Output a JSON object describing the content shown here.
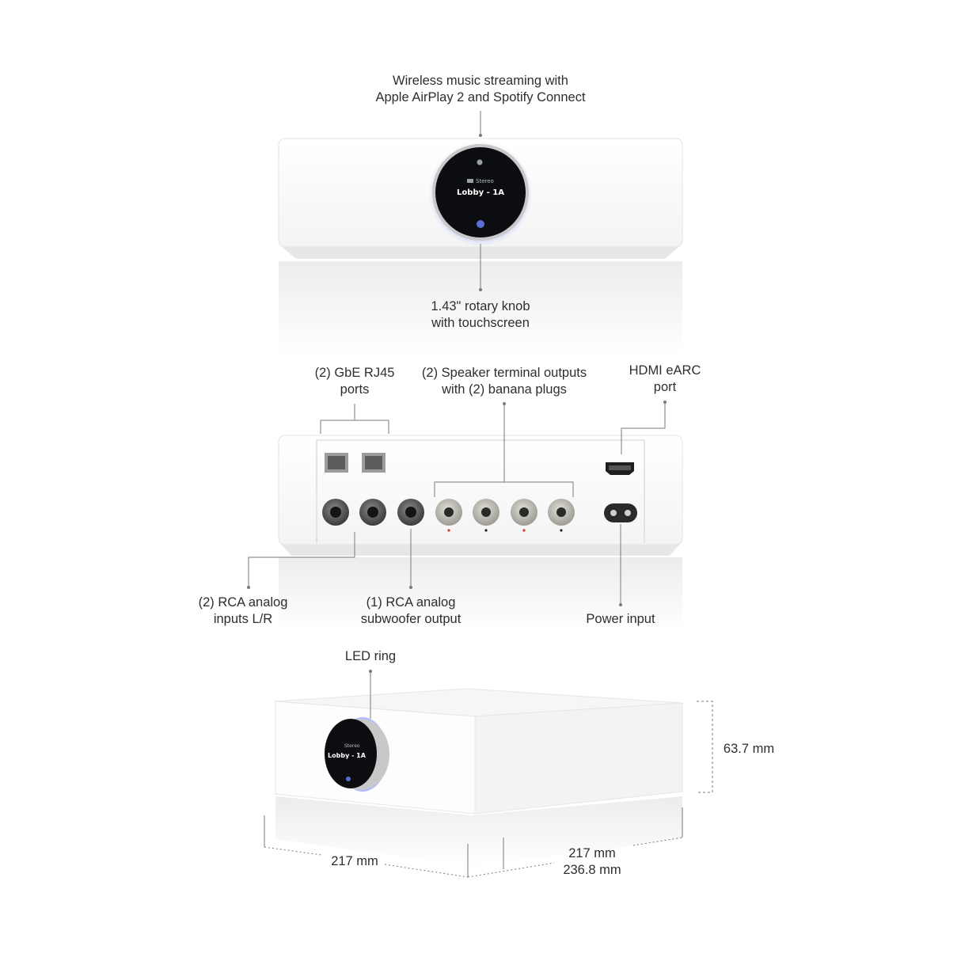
{
  "front_view": {
    "top_callout": [
      "Wireless music streaming with",
      "Apple AirPlay 2 and Spotify Connect"
    ],
    "knob_callout": [
      "1.43\" rotary knob",
      "with touchscreen"
    ],
    "screen_mode": "Stereo",
    "screen_zone": "Lobby - 1A"
  },
  "rear_view": {
    "rj45_callout": [
      "(2) GbE RJ45",
      "ports"
    ],
    "speaker_callout": [
      "(2) Speaker terminal outputs",
      "with (2) banana plugs"
    ],
    "hdmi_callout": [
      "HDMI eARC",
      "port"
    ],
    "rca_callout": [
      "(2) RCA analog",
      "inputs L/R"
    ],
    "sub_callout": [
      "(1) RCA analog",
      "subwoofer output"
    ],
    "power_callout": "Power input"
  },
  "side_view": {
    "led_callout": "LED ring",
    "height": "63.7 mm",
    "width": "217 mm",
    "depth": "217 mm",
    "depth_with_knob": "236.8 mm",
    "screen_mode": "Stereo",
    "screen_zone": "Lobby - 1A"
  },
  "colors": {
    "body": "#ffffff",
    "leader": "#7a7a7a",
    "led": "#6a7cff",
    "screen": "#0c0d10"
  }
}
